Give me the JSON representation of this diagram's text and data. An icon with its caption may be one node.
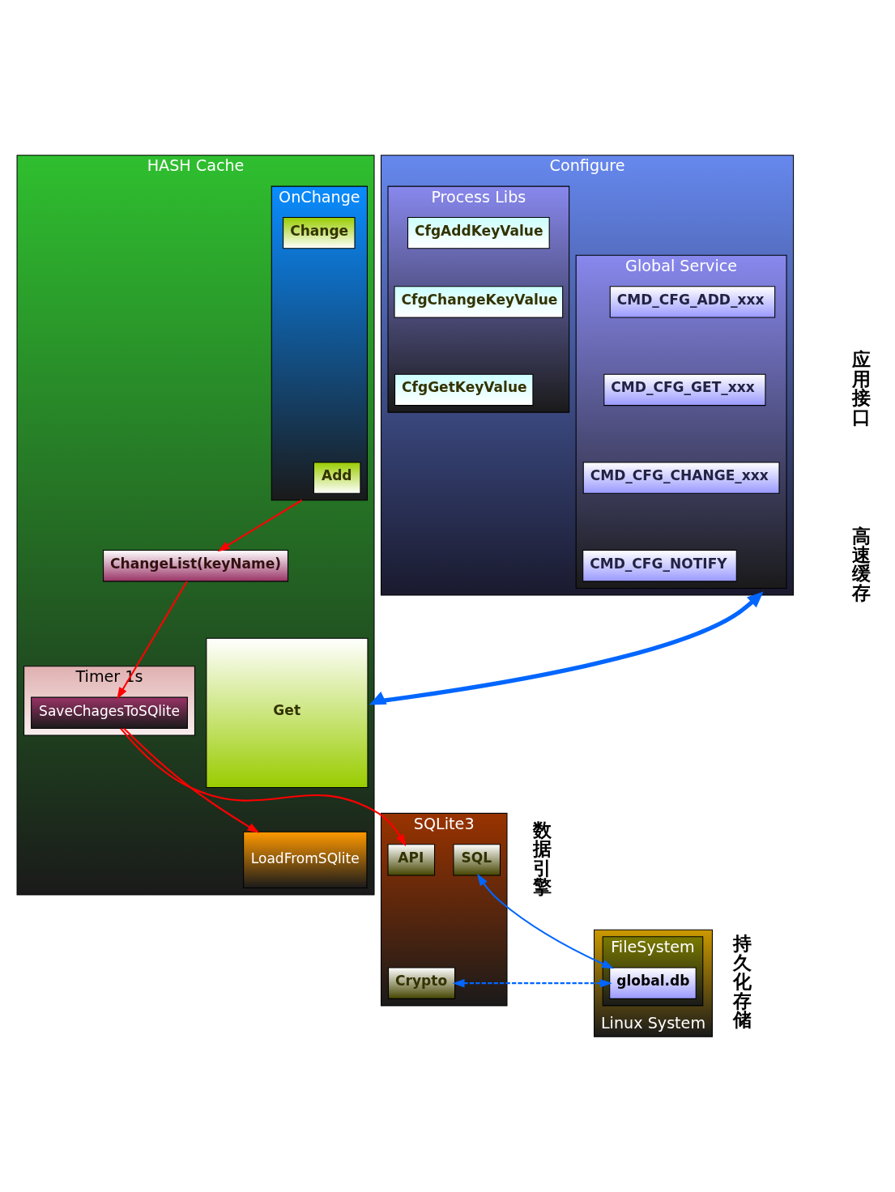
{
  "diagram": {
    "nodes": [
      {
        "text": [
          "Configure"
        ]
      },
      {
        "text": [
          "Global Service"
        ],
        "in": 0
      },
      {
        "text": [
          "CMD_CFG_ADD_xxx"
        ],
        "in": 1
      },
      {
        "text": [
          "CMD_CFG_GET_xxx"
        ],
        "in": 1
      },
      {
        "text": [
          "CMD_CFG_CHANGE_xxx"
        ],
        "in": 1
      },
      {
        "text": [
          "CMD_CFG_NOTIFY"
        ],
        "in": 1
      },
      {
        "text": [
          "Process Libs"
        ],
        "in": 0
      },
      {
        "text": [
          "CfgAddKeyValue"
        ],
        "in": 6
      },
      {
        "text": [
          "CfgChangeKeyValue"
        ],
        "in": 6
      },
      {
        "text": [
          "CfgGetKeyValue"
        ],
        "in": 6
      },
      {
        "text": [
          "HASH Cache"
        ]
      },
      {
        "text": [
          "Get"
        ],
        "in": 10
      },
      {
        "text": [
          "OnChange"
        ],
        "in": 10
      },
      {
        "text": [
          "Add"
        ],
        "in": 12
      },
      {
        "text": [
          "Change"
        ],
        "in": 12
      },
      {
        "text": [
          "ChangeList(keyName)"
        ],
        "in": 10
      },
      {
        "text": [
          "LoadFromSQlite"
        ],
        "in": 10
      },
      {
        "text": [
          "Timer 1s"
        ],
        "in": 10
      },
      {
        "text": [
          "SaveChagesToSQlite"
        ],
        "in": 17
      },
      {
        "text": [
          "SQLite3"
        ]
      },
      {
        "text": [
          "Crypto"
        ],
        "in": 19
      },
      {
        "text": [
          "SQL"
        ],
        "in": 19
      },
      {
        "text": [
          "API"
        ],
        "in": 19
      },
      {
        "text": [
          "Linux System"
        ]
      },
      {
        "text": [
          "FileSystem"
        ],
        "in": 23
      },
      {
        "text": [
          "global.db"
        ],
        "in": 24
      }
    ],
    "edges": [
      {
        "from": 0,
        "to": 10,
        "arrow": "both",
        "style": "thick",
        "color": "#0066ff"
      },
      {
        "from": 12,
        "to": 15,
        "arrow": "to"
      },
      {
        "from": 15,
        "to": 18,
        "arrow": "to"
      },
      {
        "from": 18,
        "to": 16,
        "arrow": "to"
      },
      {
        "from": 18,
        "to": 22,
        "arrow": "to"
      },
      {
        "from": 25,
        "to": 20,
        "arrow": "both",
        "style": "dashed",
        "color": "#0066ff"
      },
      {
        "from": 25,
        "to": 21,
        "arrow": "both",
        "color": "#0066ff"
      }
    ],
    "labels": [
      "应用接口",
      "高速缓存",
      "数据引擎",
      "持久化存储"
    ]
  }
}
